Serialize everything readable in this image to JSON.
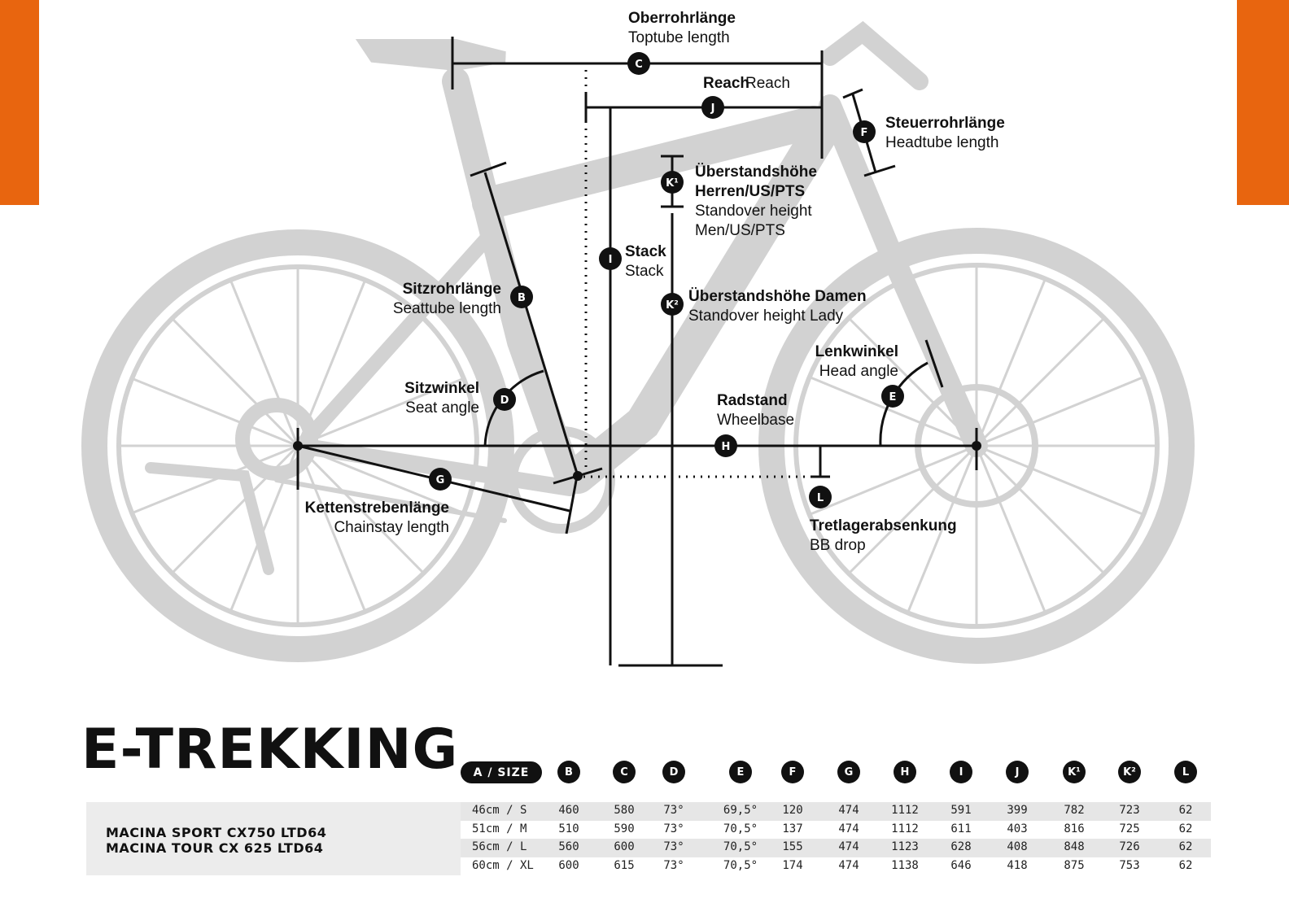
{
  "labels": {
    "C": {
      "badge": "C",
      "de": "Oberrohrlänge",
      "en": "Toptube length"
    },
    "J": {
      "badge": "J",
      "de": "Reach",
      "en": "Reach"
    },
    "F": {
      "badge": "F",
      "de": "Steuerrohrlänge",
      "en": "Headtube length"
    },
    "K1": {
      "badge": "K¹",
      "de1": "Überstandshöhe",
      "de2": "Herren/US/PTS",
      "en1": "Standover height",
      "en2": "Men/US/PTS"
    },
    "I": {
      "badge": "I",
      "de": "Stack",
      "en": "Stack"
    },
    "K2": {
      "badge": "K²",
      "de": "Überstandshöhe Damen",
      "en": "Standover height Lady"
    },
    "B": {
      "badge": "B",
      "de": "Sitzrohrlänge",
      "en": "Seattube length"
    },
    "D": {
      "badge": "D",
      "de": "Sitzwinkel",
      "en": "Seat angle"
    },
    "E": {
      "badge": "E",
      "de": "Lenkwinkel",
      "en": "Head angle"
    },
    "H": {
      "badge": "H",
      "de": "Radstand",
      "en": "Wheelbase"
    },
    "G": {
      "badge": "G",
      "de": "Kettenstrebenlänge",
      "en": "Chainstay length"
    },
    "L": {
      "badge": "L",
      "de": "Tretlagerabsenkung",
      "en": "BB drop"
    }
  },
  "title": "E-TREKKING",
  "table": {
    "size_header": "A / SIZE",
    "columns": [
      "B",
      "C",
      "D",
      "E",
      "F",
      "G",
      "H",
      "I",
      "J",
      "K¹",
      "K²",
      "L"
    ],
    "models": [
      "MACINA SPORT CX750 LTD64",
      "MACINA TOUR CX 625 LTD64"
    ],
    "rows": [
      {
        "size": "46cm  / S",
        "values": [
          "460",
          "580",
          "73°",
          "69,5°",
          "120",
          "474",
          "1112",
          "591",
          "399",
          "782",
          "723",
          "62"
        ]
      },
      {
        "size": "51cm  / M",
        "values": [
          "510",
          "590",
          "73°",
          "70,5°",
          "137",
          "474",
          "1112",
          "611",
          "403",
          "816",
          "725",
          "62"
        ]
      },
      {
        "size": "56cm  / L",
        "values": [
          "560",
          "600",
          "73°",
          "70,5°",
          "155",
          "474",
          "1123",
          "628",
          "408",
          "848",
          "726",
          "62"
        ]
      },
      {
        "size": "60cm  / XL",
        "values": [
          "600",
          "615",
          "73°",
          "70,5°",
          "174",
          "474",
          "1138",
          "646",
          "418",
          "875",
          "753",
          "62"
        ]
      }
    ]
  },
  "colors": {
    "accent": "#e8650f",
    "bike": "#d2d2d2",
    "ink": "#111111"
  }
}
